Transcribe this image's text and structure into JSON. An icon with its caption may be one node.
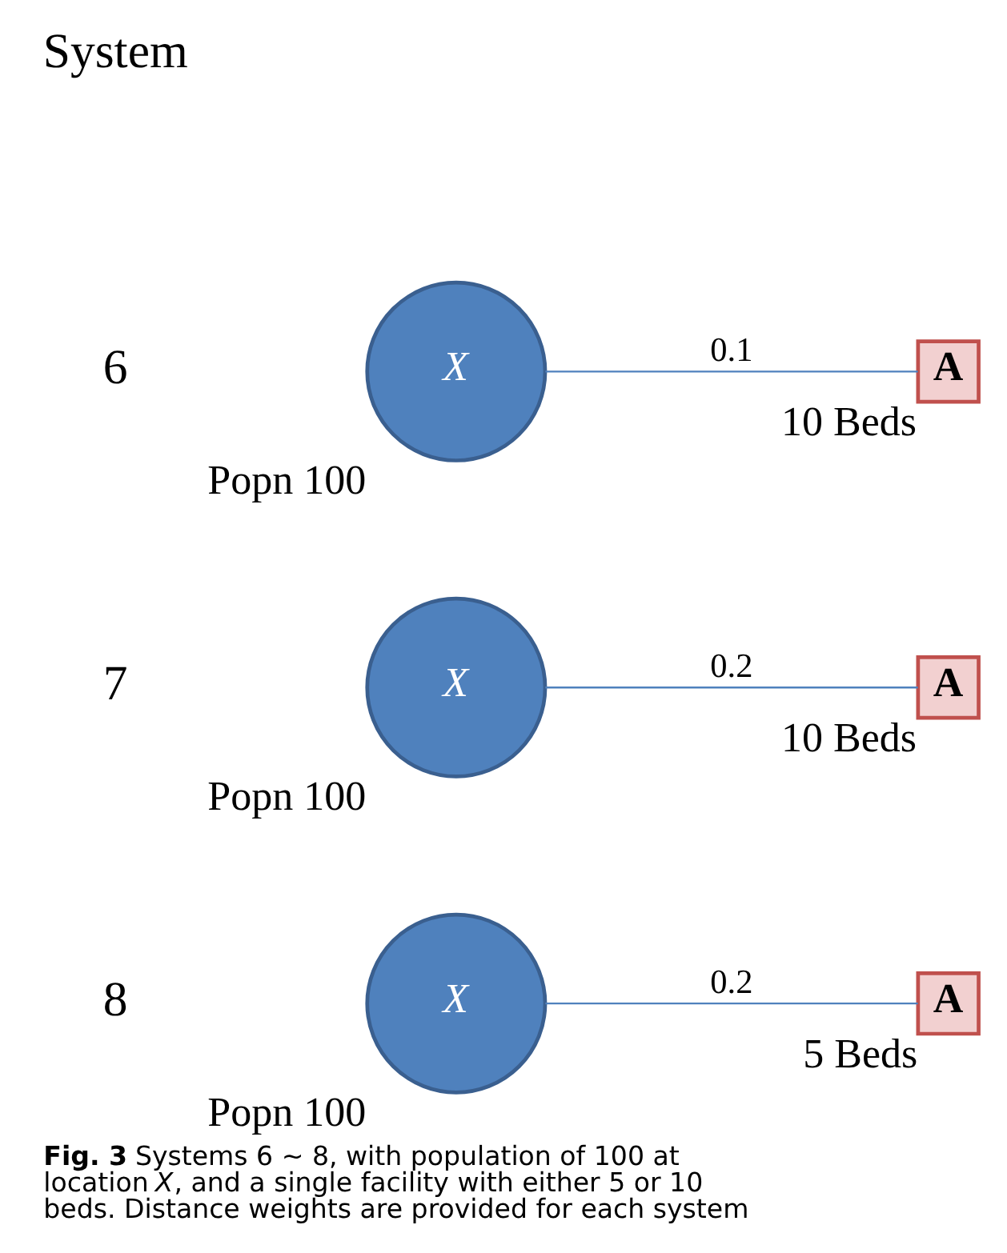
{
  "diagram": {
    "caption": "**Fig. 3** Systems 6 ~ 8, with population of 100 at location *X*, and a single facility with either 5 or 10 beds. Distance weights are provided for each system",
    "nodes": [
      {
        "text": [
          "X"
        ],
        "beside": [
          "Popn 100"
        ]
      },
      {
        "text": [
          "A"
        ],
        "beside": [
          "10 Beds"
        ]
      },
      {
        "text": [
          "X"
        ],
        "beside": [
          "Popn 100"
        ]
      },
      {
        "text": [
          "A"
        ],
        "beside": [
          "10 Beds"
        ]
      },
      {
        "text": [
          "X"
        ],
        "beside": [
          "Popn 100"
        ]
      },
      {
        "text": [
          "A"
        ],
        "beside": [
          "5 Beds"
        ]
      }
    ],
    "edges": [
      {
        "from": 0,
        "to": 1,
        "arrow": "none",
        "label": "0.1"
      },
      {
        "from": 2,
        "to": 3,
        "arrow": "none",
        "label": "0.2"
      },
      {
        "from": 4,
        "to": 5,
        "arrow": "none",
        "label": "0.2"
      }
    ],
    "labels": [
      "System",
      "6",
      "7",
      "8"
    ]
  }
}
